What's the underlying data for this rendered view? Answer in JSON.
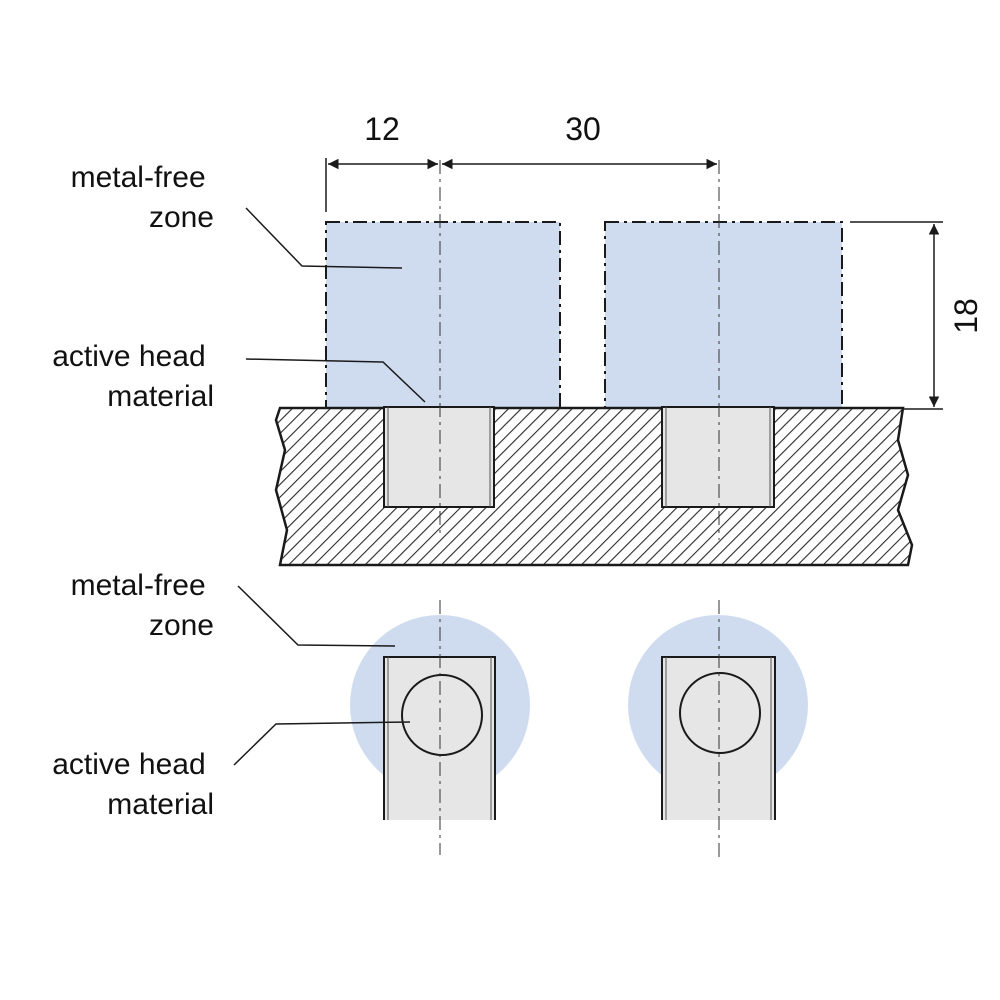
{
  "labels": {
    "metal_free_zone_top_line1": "metal-free",
    "metal_free_zone_top_line2": "zone",
    "active_head_top_line1": "active head",
    "active_head_top_line2": "material",
    "metal_free_zone_bottom_line1": "metal-free",
    "metal_free_zone_bottom_line2": "zone",
    "active_head_bottom_line1": "active head",
    "active_head_bottom_line2": "material"
  },
  "dimensions": {
    "width": "12",
    "spacing": "30",
    "height": "18"
  },
  "colors": {
    "zone_fill": "#cfdcf0",
    "sensor_fill": "#e6e6e6",
    "line": "#1a1a1a",
    "hatch": "#2a2a2a"
  }
}
